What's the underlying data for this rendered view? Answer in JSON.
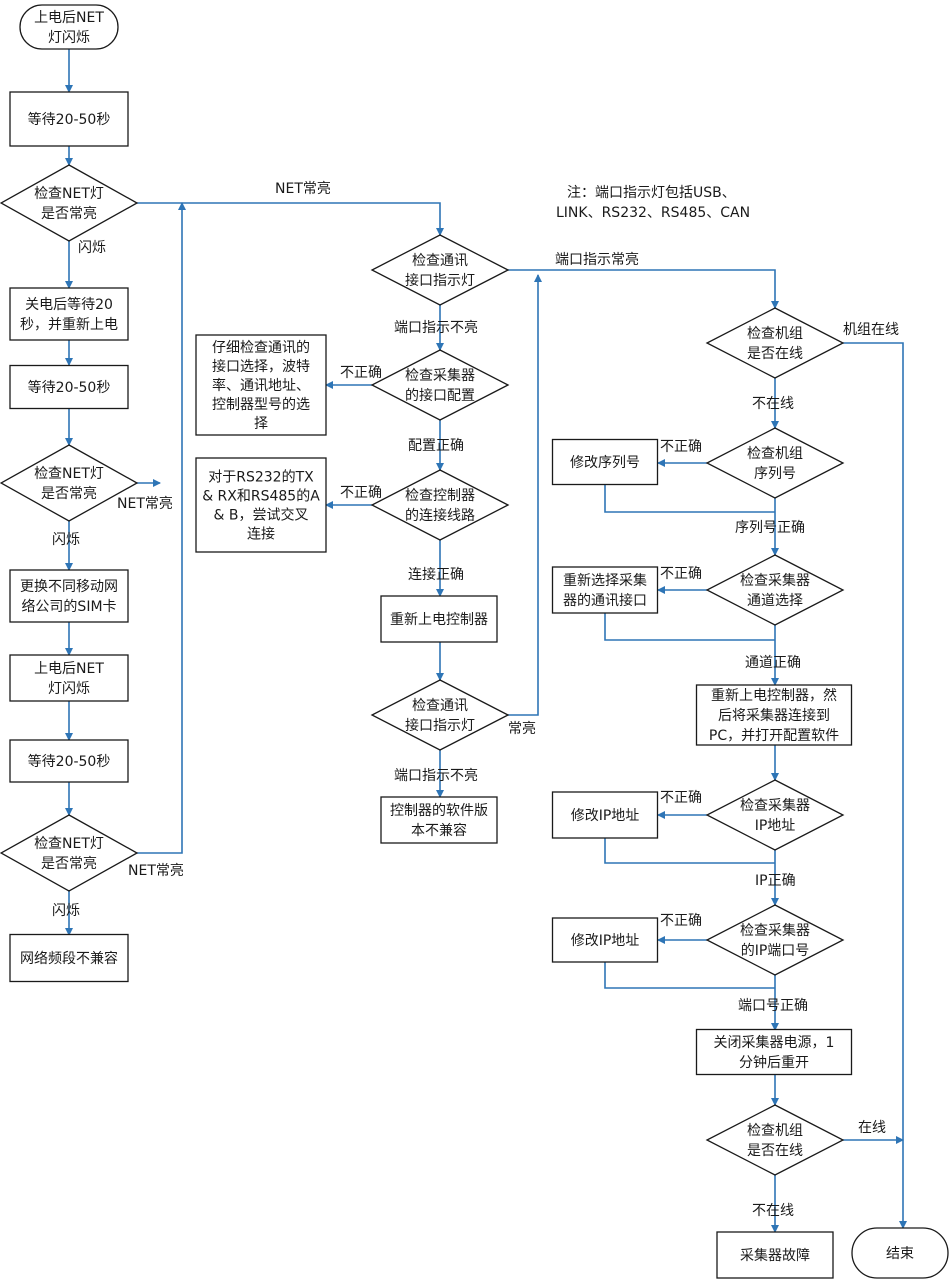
{
  "note": {
    "lines": [
      "注：端口指示灯包括USB、",
      "LINK、RS232、RS485、CAN"
    ]
  },
  "nodes": {
    "start": {
      "lines": [
        "上电后NET",
        "灯闪烁"
      ]
    },
    "wait1": {
      "lines": [
        "等待20-50秒"
      ]
    },
    "check_net1": {
      "lines": [
        "检查NET灯",
        "是否常亮"
      ]
    },
    "power_cycle": {
      "lines": [
        "关电后等待20",
        "秒，并重新上电"
      ]
    },
    "wait2": {
      "lines": [
        "等待20-50秒"
      ]
    },
    "check_net2": {
      "lines": [
        "检查NET灯",
        "是否常亮"
      ]
    },
    "change_sim": {
      "lines": [
        "更换不同移动网",
        "络公司的SIM卡"
      ]
    },
    "power_on_net": {
      "lines": [
        "上电后NET",
        "灯闪烁"
      ]
    },
    "wait3": {
      "lines": [
        "等待20-50秒"
      ]
    },
    "check_net3": {
      "lines": [
        "检查NET灯",
        "是否常亮"
      ]
    },
    "band_incompatible": {
      "lines": [
        "网络频段不兼容"
      ]
    },
    "check_port1": {
      "lines": [
        "检查通讯",
        "接口指示灯"
      ]
    },
    "check_collector_config": {
      "lines": [
        "检查采集器",
        "的接口配置"
      ]
    },
    "check_interface_detail": {
      "lines": [
        "仔细检查通讯的",
        "接口选择，波特",
        "率、通讯地址、",
        "控制器型号的选",
        "择"
      ]
    },
    "check_wiring": {
      "lines": [
        "检查控制器",
        "的连接线路"
      ]
    },
    "cross_connect": {
      "lines": [
        "对于RS232的TX",
        "& RX和RS485的A",
        "& B，尝试交叉",
        "连接"
      ]
    },
    "repower_controller": {
      "lines": [
        "重新上电控制器"
      ]
    },
    "check_port2": {
      "lines": [
        "检查通讯",
        "接口指示灯"
      ]
    },
    "software_incompatible": {
      "lines": [
        "控制器的软件版",
        "本不兼容"
      ]
    },
    "check_unit_online1": {
      "lines": [
        "检查机组",
        "是否在线"
      ]
    },
    "check_serial": {
      "lines": [
        "检查机组",
        "序列号"
      ]
    },
    "fix_serial": {
      "lines": [
        "修改序列号"
      ]
    },
    "check_channel": {
      "lines": [
        "检查采集器",
        "通道选择"
      ]
    },
    "reselect_interface": {
      "lines": [
        "重新选择采集",
        "器的通讯接口"
      ]
    },
    "repower_connect_pc": {
      "lines": [
        "重新上电控制器，然",
        "后将采集器连接到",
        "PC，并打开配置软件"
      ]
    },
    "check_ip": {
      "lines": [
        "检查采集器",
        "IP地址"
      ]
    },
    "fix_ip1": {
      "lines": [
        "修改IP地址"
      ]
    },
    "check_ip_port": {
      "lines": [
        "检查采集器",
        "的IP端口号"
      ]
    },
    "fix_ip2": {
      "lines": [
        "修改IP地址"
      ]
    },
    "restart_collector": {
      "lines": [
        "关闭采集器电源，1",
        "分钟后重开"
      ]
    },
    "check_unit_online2": {
      "lines": [
        "检查机组",
        "是否在线"
      ]
    },
    "collector_fault": {
      "lines": [
        "采集器故障"
      ]
    },
    "end": {
      "lines": [
        "结束"
      ]
    }
  },
  "edge_labels": {
    "blink1": "闪烁",
    "net_on1": "NET常亮",
    "blink2": "闪烁",
    "net_on2": "NET常亮",
    "blink3": "闪烁",
    "net_on3": "NET常亮",
    "port_on1": "端口指示常亮",
    "port_off1": "端口指示不亮",
    "config_wrong": "不正确",
    "config_ok": "配置正确",
    "wiring_wrong": "不正确",
    "wiring_ok": "连接正确",
    "port_on2": "常亮",
    "port_off2": "端口指示不亮",
    "unit_online1": "机组在线",
    "not_online1": "不在线",
    "serial_wrong": "不正确",
    "serial_ok": "序列号正确",
    "channel_wrong": "不正确",
    "channel_ok": "通道正确",
    "ip_wrong": "不正确",
    "ip_ok": "IP正确",
    "port_wrong": "不正确",
    "port_ok": "端口号正确",
    "online2": "在线",
    "not_online2": "不在线"
  },
  "colors": {
    "connector": "#2e75b6",
    "outline": "#1a1a1a"
  }
}
